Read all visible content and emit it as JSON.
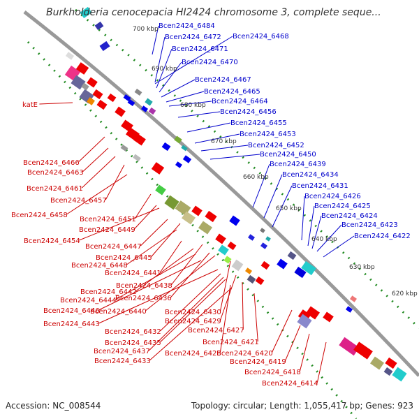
{
  "title": "Burkholderia cenocepacia HI2424 chromosome 3, complete seque...",
  "footer": {
    "accession": "Accession: NC_008544",
    "summary": "Topology: circular; Length: 1,055,417 bp; Genes: 923"
  },
  "colors": {
    "plus_strand_label": "#0000cc",
    "minus_strand_label": "#cc0000",
    "backbone": "#999999",
    "tick_dots": "#228b22"
  },
  "ticks": [
    "700 kbp",
    "690 kbp",
    "680 kbp",
    "670 kbp",
    "660 kbp",
    "650 kbp",
    "640 kbp",
    "630 kbp",
    "620 kbp"
  ],
  "plus_labels": [
    "Bcen2424_6484",
    "Bcen2424_6468",
    "Bcen2424_6472",
    "Bcen2424_6471",
    "Bcen2424_6470",
    "Bcen2424_6467",
    "Bcen2424_6465",
    "Bcen2424_6464",
    "Bcen2424_6456",
    "Bcen2424_6455",
    "Bcen2424_6453",
    "Bcen2424_6452",
    "Bcen2424_6450",
    "Bcen2424_6439",
    "Bcen2424_6434",
    "Bcen2424_6431",
    "Bcen2424_6426",
    "Bcen2424_6425",
    "Bcen2424_6424",
    "Bcen2424_6423",
    "Bcen2424_6422"
  ],
  "minus_labels": [
    "katE",
    "Bcen2424_6466",
    "Bcen2424_6463",
    "Bcen2424_6461",
    "Bcen2424_6457",
    "Bcen2424_6458",
    "Bcen2424_6451",
    "Bcen2424_6449",
    "Bcen2424_6454",
    "Bcen2424_6447",
    "Bcen2424_6445",
    "Bcen2424_6448",
    "Bcen2424_6441",
    "Bcen2424_6438",
    "Bcen2424_6442",
    "Bcen2424_6436",
    "Bcen2424_6444",
    "Bcen2424_6440",
    "Bcen2424_6446",
    "Bcen2424_6430",
    "Bcen2424_6443",
    "Bcen2424_6429",
    "Bcen2424_6427",
    "Bcen2424_6432",
    "Bcen2424_6421",
    "Bcen2424_6435",
    "Bcen2424_6428",
    "Bcen2424_6420",
    "Bcen2424_6437",
    "Bcen2424_6419",
    "Bcen2424_6433",
    "Bcen2424_6418",
    "Bcen2424_6414"
  ]
}
